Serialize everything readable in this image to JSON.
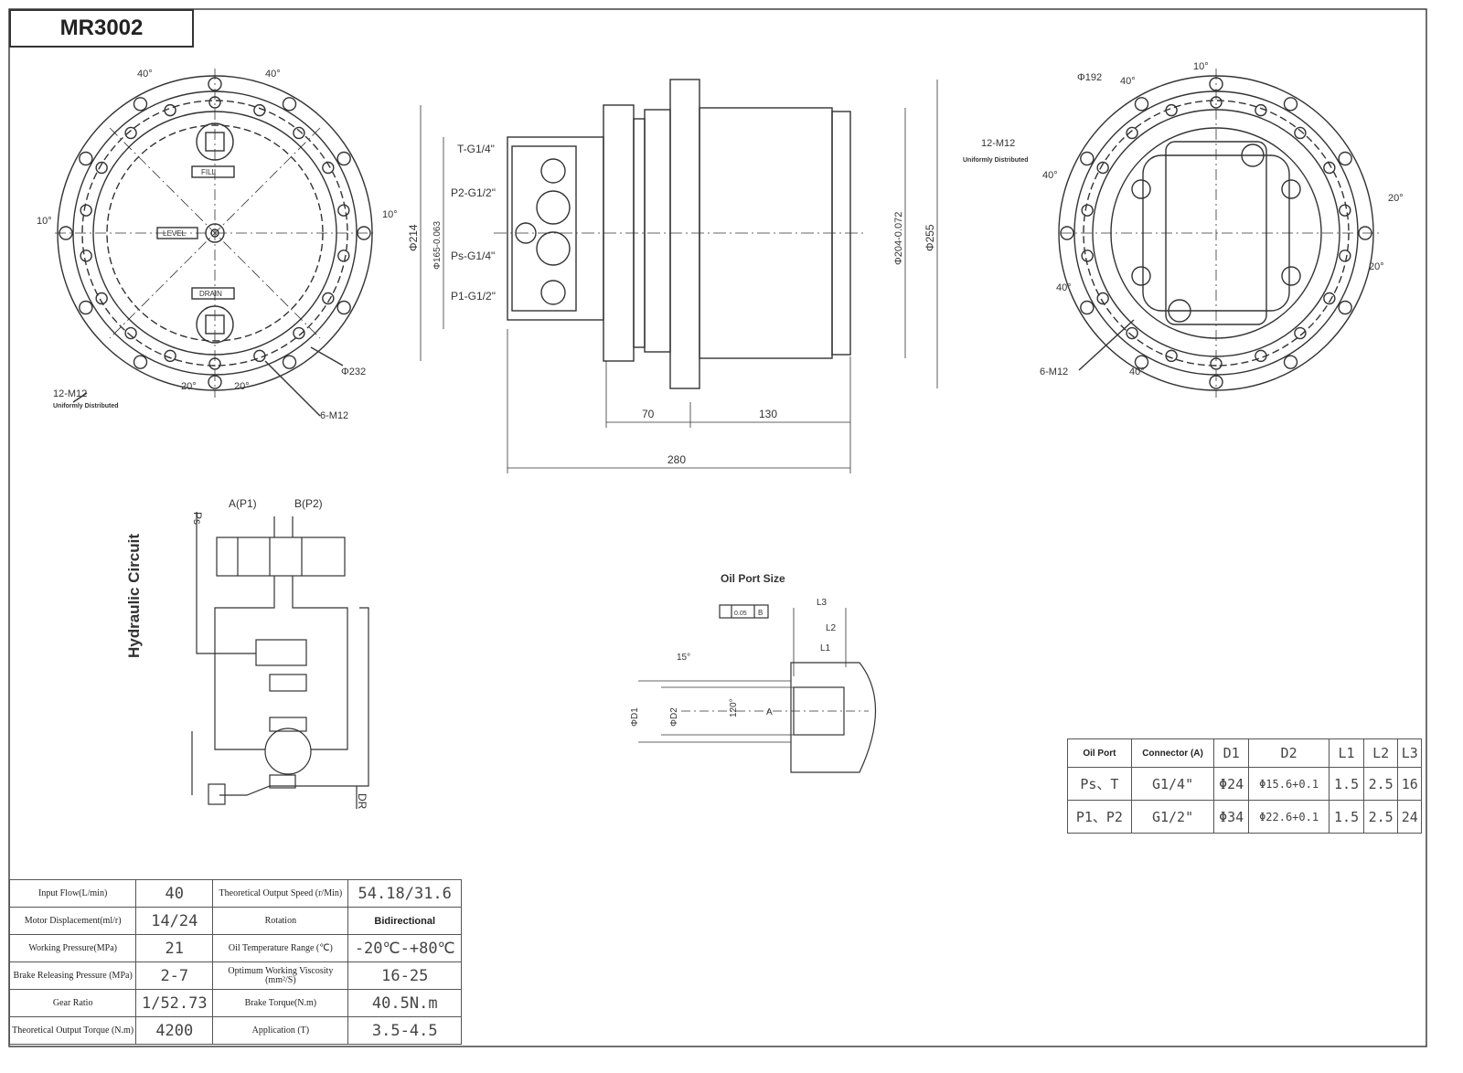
{
  "title": "MR3002",
  "front_view": {
    "angle_40a": "40°",
    "angle_40b": "40°",
    "angle_10l": "10°",
    "angle_10r": "10°",
    "fill": "FILL",
    "level": "LEVEL",
    "drain": "DRAIN",
    "bolts": "12-M12",
    "uniform": "Uniformly Distributed",
    "angle_20a": "20°",
    "angle_20b": "20°",
    "dia": "Φ232",
    "holes": "6-M12"
  },
  "side_view": {
    "ports": [
      "T-G1/4\"",
      "P2-G1/2\"",
      "Ps-G1/4\"",
      "P1-G1/2\""
    ],
    "d214": "Φ214",
    "d165": "Φ165-0.063",
    "d204": "Φ204-0.072",
    "d255": "Φ255",
    "len70": "70",
    "len130": "130",
    "len280": "280"
  },
  "rear_view": {
    "dia": "Φ192",
    "angle_40a": "40°",
    "angle_10": "10°",
    "bolts": "12-M12",
    "uniform": "Uniformly Distributed",
    "angle_40l": "40°",
    "angle_20r": "20°",
    "angle_20r2": "20°",
    "angle_40b": "40°",
    "angle_40c": "40°",
    "holes": "6-M12"
  },
  "hydraulic": {
    "title": "Hydraulic Circuit",
    "ps": "Ps",
    "a": "A(P1)",
    "b": "B(P2)",
    "dr": "DR"
  },
  "oil_port_size": {
    "title": "Oil Port Size",
    "tol": "0.05",
    "datum": "B",
    "angle15": "15°",
    "angle120": "120°",
    "d1": "ΦD1",
    "d2": "ΦD2",
    "a": "A",
    "l1": "L1",
    "l2": "L2",
    "l3": "L3"
  },
  "port_table": {
    "headers": [
      "Oil Port",
      "Connector (A)",
      "D1",
      "D2",
      "L1",
      "L2",
      "L3"
    ],
    "rows": [
      [
        "Ps、T",
        "G1/4\"",
        "Φ24",
        "Φ15.6+0.1",
        "1.5",
        "2.5",
        "16"
      ],
      [
        "P1、P2",
        "G1/2\"",
        "Φ34",
        "Φ22.6+0.1",
        "1.5",
        "2.5",
        "24"
      ]
    ]
  },
  "spec_table": [
    [
      "Input Flow(L/min)",
      "40",
      "Theoretical Output Speed (r/Min)",
      "54.18/31.6"
    ],
    [
      "Motor Displacement(ml/r)",
      "14/24",
      "Rotation",
      "Bidirectional"
    ],
    [
      "Working Pressure(MPa)",
      "21",
      "Oil Temperature Range (℃)",
      "-20℃-+80℃"
    ],
    [
      "Brake Releasing Pressure (MPa)",
      "2-7",
      "Optimum Working Viscosity (mm²/S)",
      "16-25"
    ],
    [
      "Gear Ratio",
      "1/52.73",
      "Brake Torque(N.m)",
      "40.5N.m"
    ],
    [
      "Theoretical Output Torque (N.m)",
      "4200",
      "Application (T)",
      "3.5-4.5"
    ]
  ]
}
